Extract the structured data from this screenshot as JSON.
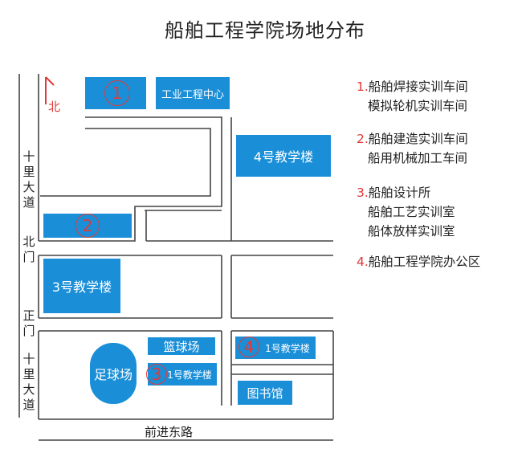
{
  "title": "船舶工程学院场地分布",
  "north_label": "北",
  "roads": {
    "west_road_upper": "十里大道",
    "north_gate": "北门",
    "main_gate": "正门",
    "west_road_lower": "十里大道",
    "south_road": "前进东路"
  },
  "buildings": {
    "industrial_center": "工业工程中心",
    "building_4": "4号教学楼",
    "building_3": "3号教学楼",
    "basketball": "篮球场",
    "football": "足球场",
    "building_1_left": "1号教学楼",
    "building_1_right": "1号教学楼",
    "library": "图书馆"
  },
  "markers": {
    "m1": "1",
    "m2": "2",
    "m3": "3",
    "m4": "4"
  },
  "legend": [
    {
      "num": "1.",
      "lines": [
        "船舶焊接实训车间",
        "模拟轮机实训车间"
      ]
    },
    {
      "num": "2.",
      "lines": [
        "船舶建造实训车间",
        "船用机械加工车间"
      ]
    },
    {
      "num": "3.",
      "lines": [
        "船舶设计所",
        "船舶工艺实训室",
        "船体放样实训室"
      ]
    },
    {
      "num": "4.",
      "lines": [
        "船舶工程学院办公区"
      ]
    }
  ],
  "colors": {
    "building": "#1a8fd8",
    "marker": "#e03a3a",
    "road_line": "#444444"
  }
}
